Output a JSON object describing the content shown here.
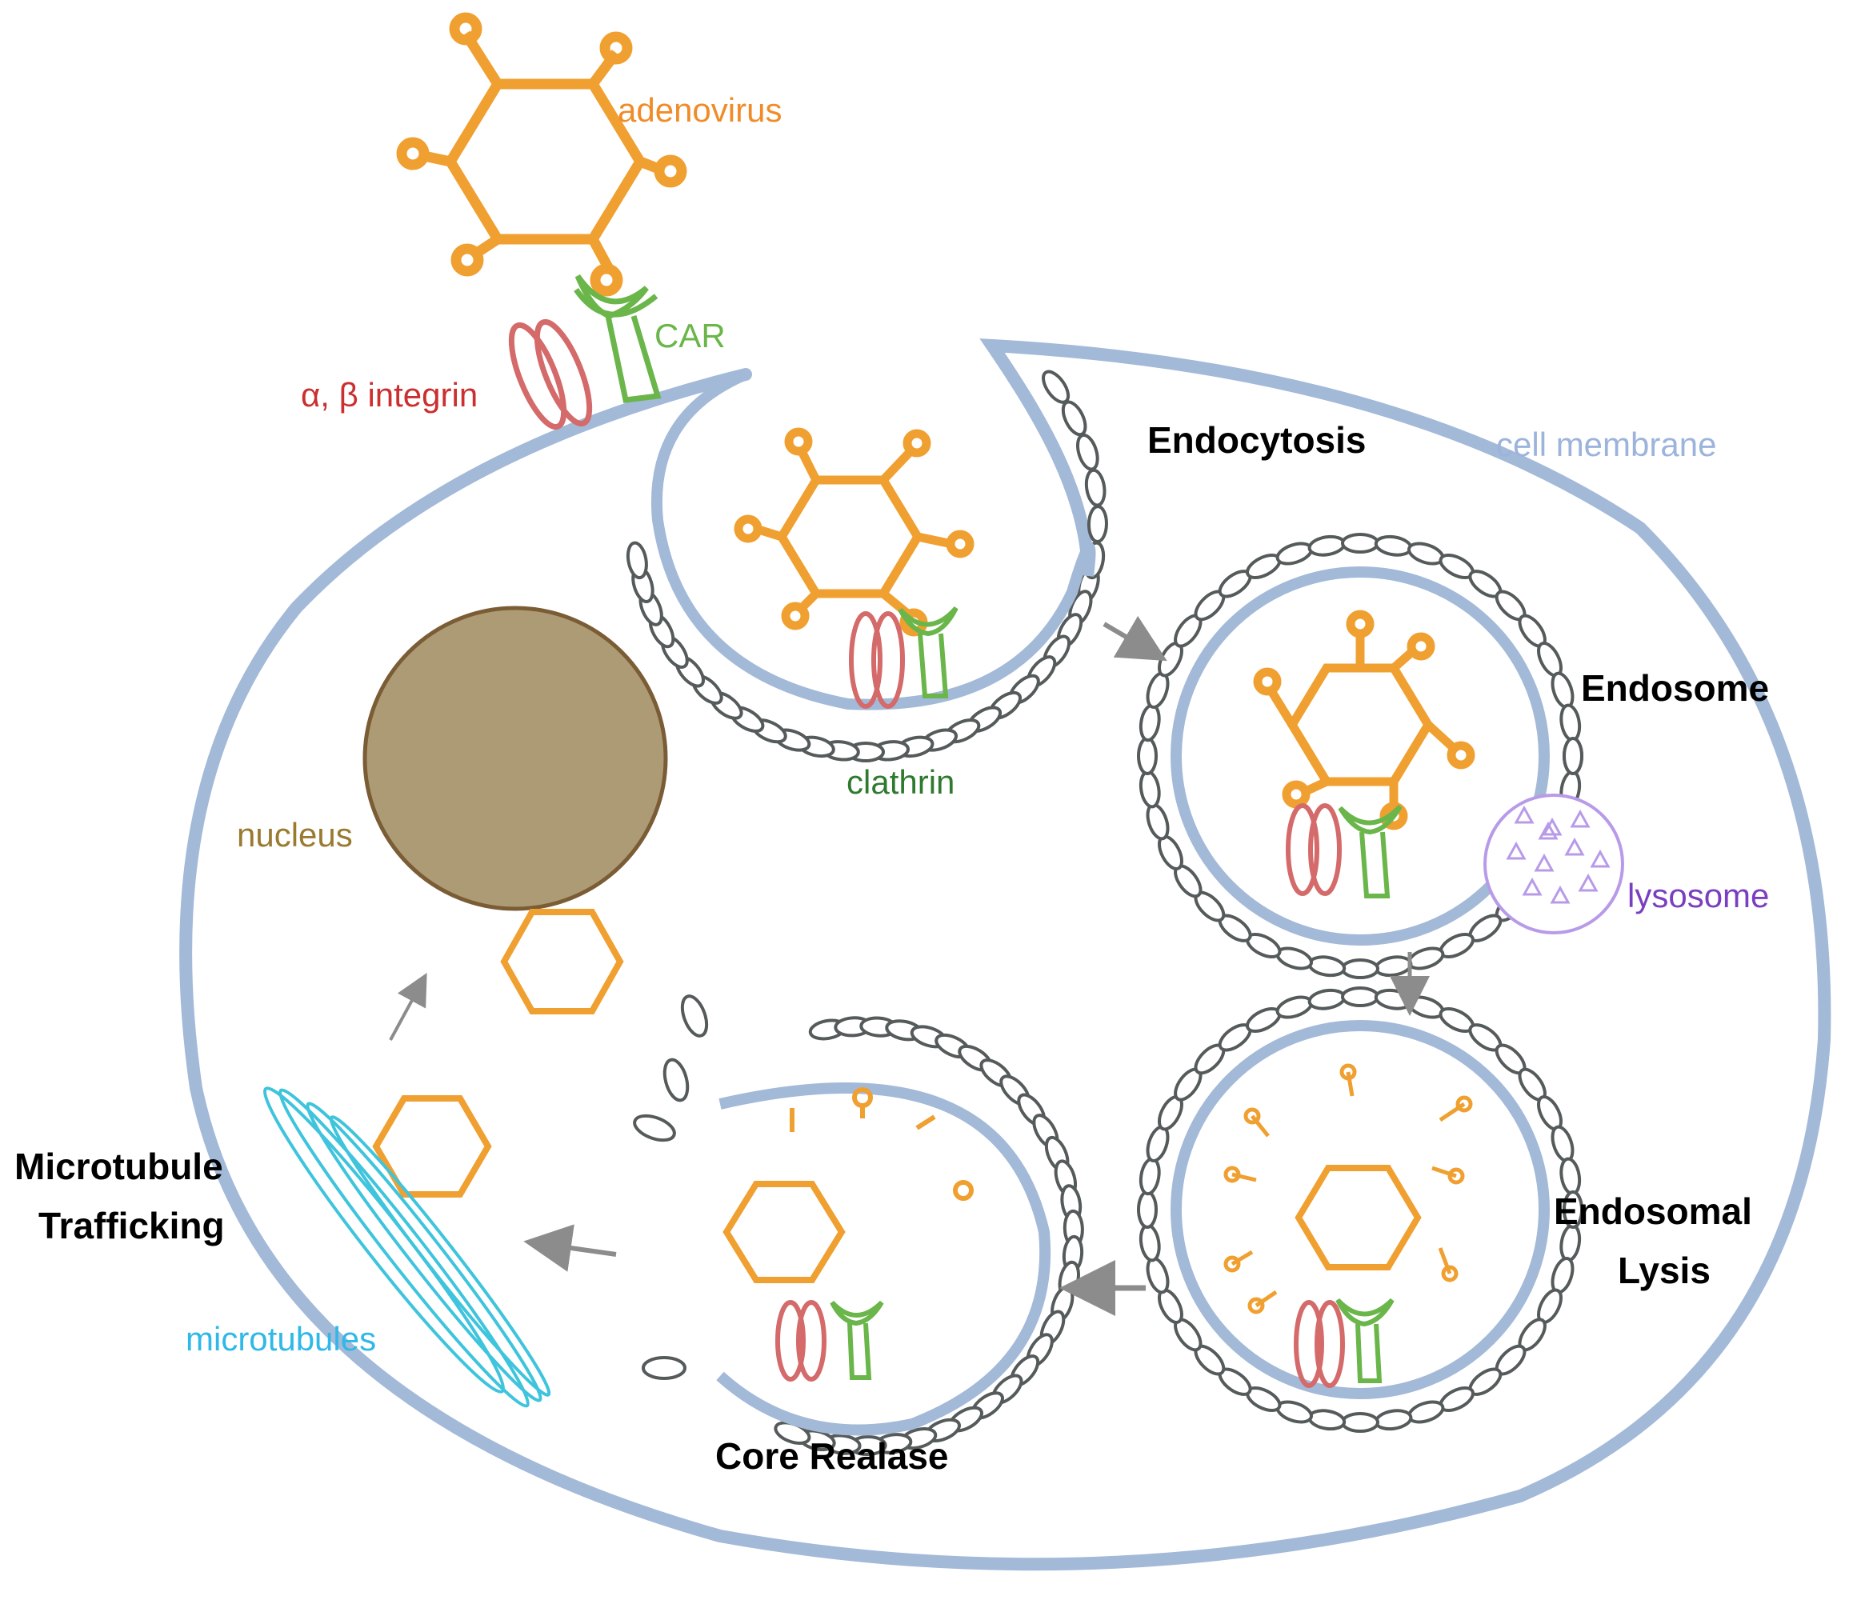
{
  "labels": {
    "adenovirus": "adenovirus",
    "car": "CAR",
    "integrin": "α, β integrin",
    "endocytosis": "Endocytosis",
    "cell_membrane": "cell membrane",
    "endosome": "Endosome",
    "clathrin": "clathrin",
    "nucleus": "nucleus",
    "lysosome": "lysosome",
    "endosomal_lysis_line1": "Endosomal",
    "endosomal_lysis_line2": "Lysis",
    "microtubule_trafficking_line1": "Microtubule",
    "microtubule_trafficking_line2": "Trafficking",
    "microtubules": "microtubules",
    "core_release": "Core Realase"
  },
  "colors": {
    "virus": "#f0a030",
    "car": "#6ab64a",
    "integrin": "#d46a6a",
    "membrane": "#a3b9d8",
    "clathrin": "#555a5a",
    "nucleus_fill": "#ad9b76",
    "nucleus_stroke": "#7a5c35",
    "lysosome": "#b89be8",
    "microtubules": "#3ec4dc",
    "arrow": "#8c8c8c",
    "label_virus": "#f08c28",
    "label_car": "#6ab64a",
    "label_integrin": "#cc2f2f",
    "label_membrane": "#9cb3db",
    "label_clathrin": "#2f7a2f",
    "label_nucleus": "#9a7a30",
    "label_lysosome": "#7a3fc0",
    "label_microtubules": "#2fb8e8"
  }
}
